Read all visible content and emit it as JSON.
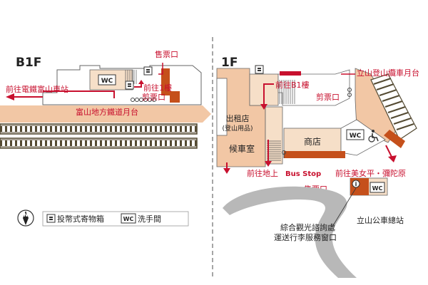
{
  "floors": {
    "b1": {
      "label": "B1F",
      "to_dentetsu_toyama": "前往電鐵富山車站",
      "platform_label": "富山地方鐵道月台",
      "ticket_office": "售票口",
      "to_1f_line1": "前往1樓",
      "ticket_gate": "剪票口",
      "wc": "WC"
    },
    "f1": {
      "label": "1F",
      "rental_line1": "出租店",
      "rental_line2": "(登山用品)",
      "waiting_room": "候車室",
      "to_b1": "前往B1樓",
      "ticket_gate": "剪票口",
      "cable_platform": "立山登山纜車月台",
      "shop": "商店",
      "wc": "WC",
      "to_bijodaira": "前往美女平・彌陀原",
      "to_ground": "前往地上",
      "bus_stop": "Bus Stop",
      "ticket_office": "售票口",
      "bus_terminal": "立山公車總站",
      "info_line1": "綜合觀光諮詢處",
      "info_line2": "運送行李服務窗口",
      "info_mark": "i"
    }
  },
  "legend": {
    "locker_label": "投幣式寄物箱",
    "wc_icon_text": "WC",
    "wc_label": "洗手間",
    "north": "N"
  },
  "colors": {
    "accent_red": "#c8102e",
    "building_fill": "#f2c7a5",
    "room_fill": "#f6dfc8",
    "shop_fill": "#f9e7d4",
    "dark_orange": "#c5501b",
    "track_stripe": "#544a32",
    "road_gray": "#b8b8b8",
    "divider": "#888888"
  }
}
